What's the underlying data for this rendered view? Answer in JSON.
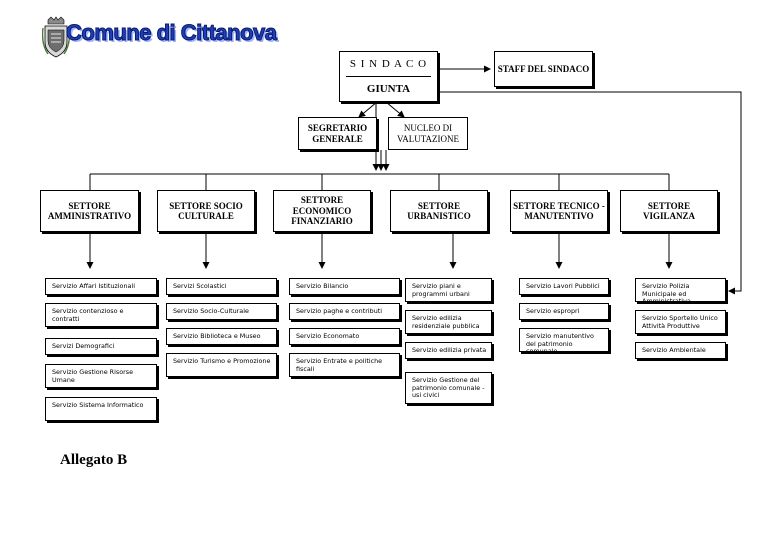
{
  "header": {
    "municipality": "Comune di Cittanova"
  },
  "top": {
    "sindaco": "S I N D A C O",
    "giunta": "GIUNTA",
    "staff": "STAFF DEL SINDACO"
  },
  "middle": {
    "segretario": "SEGRETARIO GENERALE",
    "nucleo": "NUCLEO DI VALUTAZIONE"
  },
  "sectors": [
    {
      "title": "SETTORE AMMINISTRATIVO",
      "services": [
        "Servizio Affari Istituzionali",
        "Servizio contenzioso e contratti",
        "Servizi Demografici",
        "Servizio Gestione Risorse Umane",
        "Servizio Sistema Informatico"
      ]
    },
    {
      "title": "SETTORE SOCIO CULTURALE",
      "services": [
        "Servizi Scolastici",
        "Servizio Socio-Culturale",
        "Servizio Biblioteca e Museo",
        "Servizio Turismo e Promozione"
      ]
    },
    {
      "title": "SETTORE ECONOMICO FINANZIARIO",
      "services": [
        "Servizio Bilancio",
        "Servizio paghe e contributi",
        "Servizio Economato",
        "Servizio Entrate e politiche fiscali"
      ]
    },
    {
      "title": "SETTORE URBANISTICO",
      "services": [
        "Servizio piani e programmi urbani",
        "Servizio edilizia residenziale pubblica",
        "Servizio edilizia privata",
        "Servizio Gestione del patrimonio comunale - usi civici"
      ]
    },
    {
      "title": "SETTORE TECNICO - MANUTENTIVO",
      "services": [
        "Servizio Lavori Pubblici",
        "Servizio espropri",
        "Servizio manutentivo del patrimonio comunale"
      ]
    },
    {
      "title": "SETTORE VIGILANZA",
      "services": [
        "Servizio Polizia Municipale ed Amministrativa",
        "Servizio Sportello Unico Attività Produttive",
        "Servizio Ambientale"
      ]
    }
  ],
  "footer": {
    "label": "Allegato B"
  }
}
